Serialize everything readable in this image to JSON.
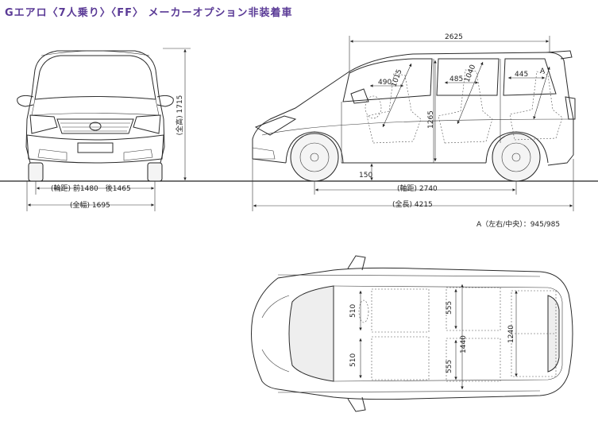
{
  "title": "Gエアロ〈7人乗り〉〈FF〉 メーカーオプション非装着車",
  "front_view": {
    "height_label": "(全高) 1715",
    "tread_label": "(輪距) 前1480　後1465",
    "width_label": "(全幅) 1695"
  },
  "side_view": {
    "top_length": "2625",
    "seat_distance_1": "490",
    "seat_distance_2": "485",
    "seat_distance_3": "445",
    "head_clearance_1": "1015",
    "head_clearance_2": "1040",
    "door_height": "1265",
    "marker_a": "A",
    "ground_clearance": "150",
    "wheelbase_label": "(軸距) 2740",
    "length_label": "(全長) 4215",
    "note": "A（左右/中央）：945/985"
  },
  "top_view": {
    "seat_width_left_upper": "510",
    "seat_width_left_lower": "510",
    "seat_width_mid_upper": "555",
    "seat_width_mid_lower": "555",
    "cabin_width_1": "1440",
    "cabin_width_2": "1240"
  }
}
